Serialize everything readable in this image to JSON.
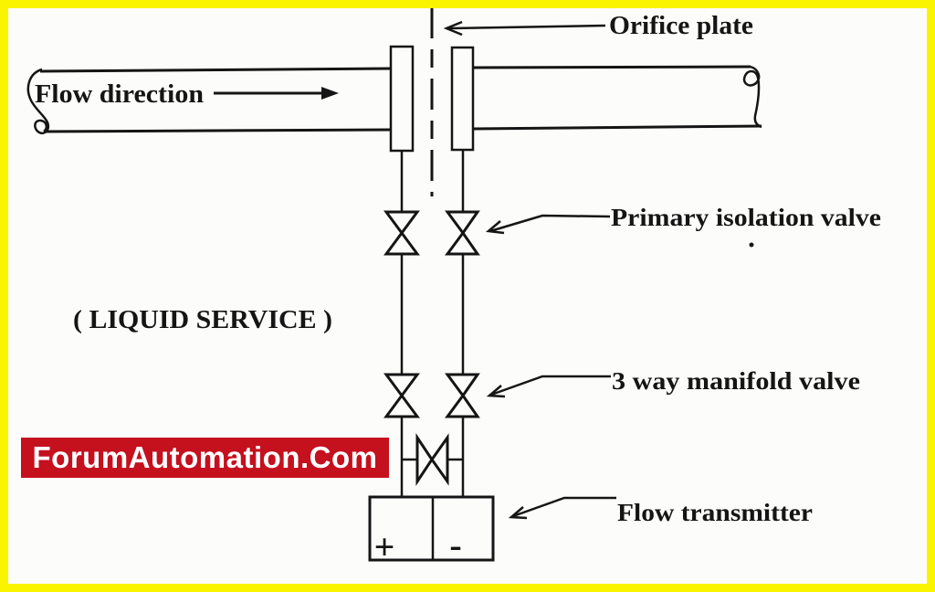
{
  "colors": {
    "paper": "#fcfcfa",
    "frame": "#fbf400",
    "ink": "#151515",
    "banner_bg": "#c5101e",
    "banner_text": "#ffffff"
  },
  "labels": {
    "flow_direction": "Flow direction",
    "orifice_plate": "Orifice plate",
    "primary_isolation_valve": "Primary isolation valve",
    "liquid_service": "( LIQUID SERVICE )",
    "manifold_valve": "3 way manifold valve",
    "flow_transmitter": "Flow transmitter",
    "transmitter_hp": "+",
    "transmitter_lp": "-"
  },
  "watermark": {
    "text": "ForumAutomation.Com"
  }
}
